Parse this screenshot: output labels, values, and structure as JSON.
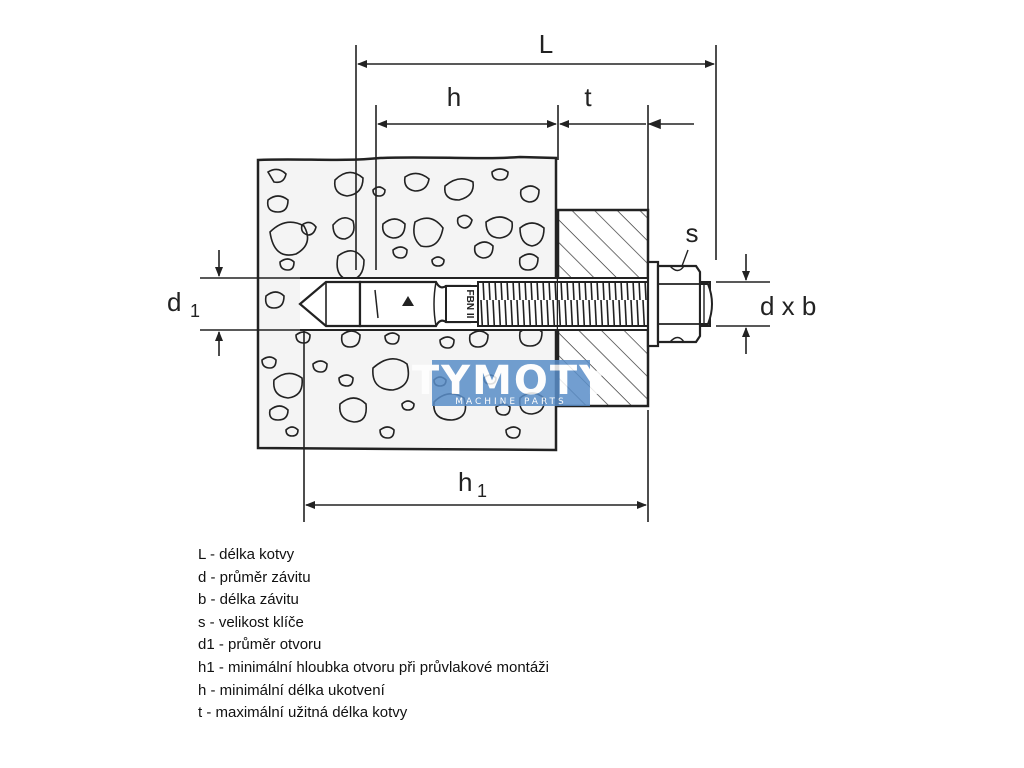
{
  "labels": {
    "L": "L",
    "h": "h",
    "t": "t",
    "s": "s",
    "d1_main": "d",
    "d1_sub": "1",
    "dxb": "d x b",
    "h1_main": "h",
    "h1_sub": "1",
    "stamp": "FBN II"
  },
  "watermark": {
    "brand": "TYMOTY",
    "tagline": "MACHINE PARTS",
    "color": "#5a8ec8"
  },
  "legend": [
    "L - délka kotvy",
    "d - průměr závitu",
    "b - délka závitu",
    "s - velikost klíče",
    "d1 - průměr otvoru",
    "h1 - minimální hloubka otvoru při průvlakové montáži",
    "h - minimální délka ukotvení",
    "t - maximální užitná délka kotvy"
  ]
}
